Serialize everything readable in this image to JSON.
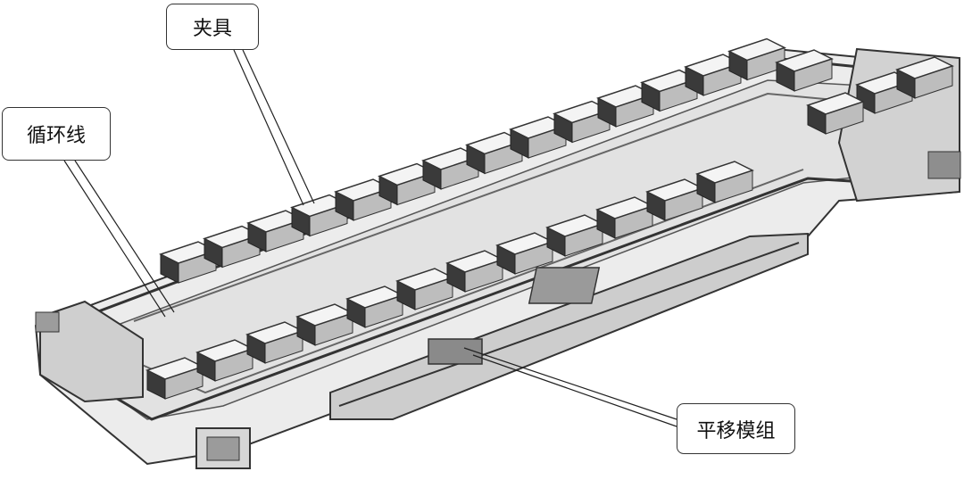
{
  "labels": {
    "fixture": "夹具",
    "circulation_line": "循环线",
    "translation_module": "平移模组"
  },
  "fixture_count": {
    "back_row": 14,
    "front_row": 12,
    "right_end": 4
  },
  "colors": {
    "line": "#333333",
    "bg": "#ffffff",
    "body": "#d9d9d9",
    "dark": "#3a3a3a"
  }
}
